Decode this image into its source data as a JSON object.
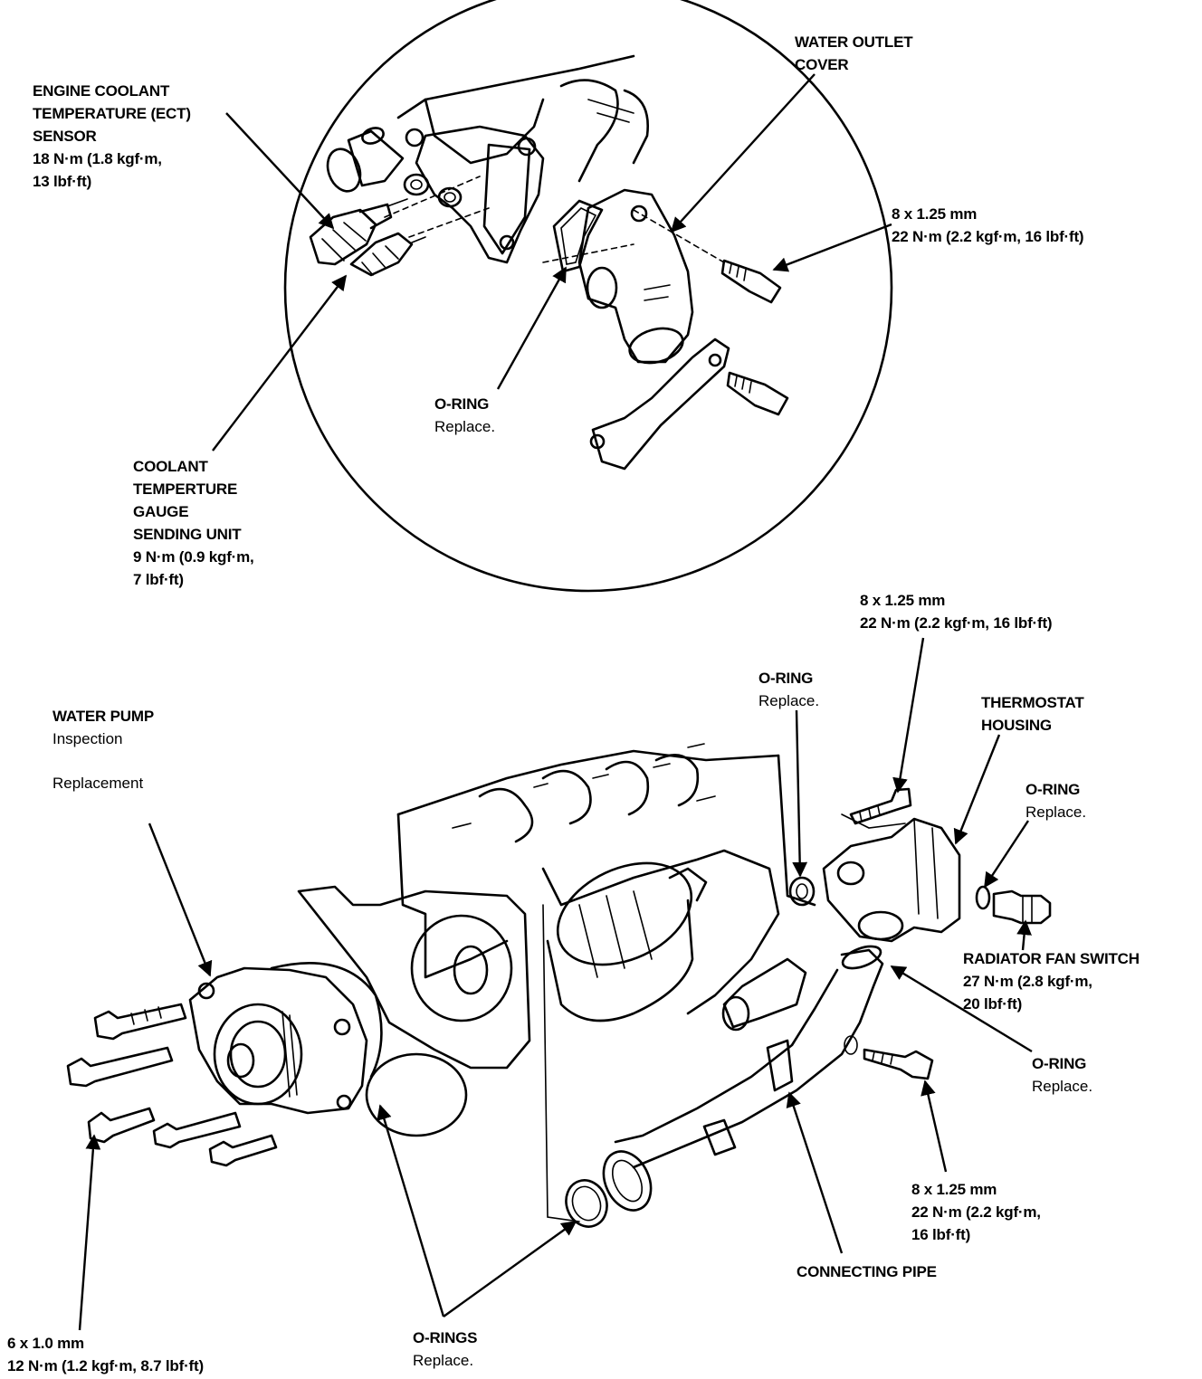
{
  "labels": {
    "ect_sensor": {
      "l1": "ENGINE COOLANT",
      "l2": "TEMPERATURE (ECT)",
      "l3": "SENSOR",
      "t1": "18 N·m (1.8 kgf·m,",
      "t2": "13 lbf·ft)"
    },
    "water_outlet": {
      "l1": "WATER OUTLET",
      "l2": "COVER"
    },
    "outlet_bolt": {
      "t1": "8 x 1.25 mm",
      "t2": "22 N·m (2.2 kgf·m, 16 lbf·ft)"
    },
    "oring_top": {
      "l1": "O-RING",
      "n1": "Replace."
    },
    "gauge_unit": {
      "l1": "COOLANT",
      "l2": "TEMPERTURE",
      "l3": "GAUGE",
      "l4": "SENDING UNIT",
      "t1": "9 N·m (0.9 kgf·m,",
      "t2": "7 lbf·ft)"
    },
    "thermo_bolt": {
      "t1": "8 x 1.25 mm",
      "t2": "22 N·m (2.2 kgf·m, 16 lbf·ft)"
    },
    "oring_mid": {
      "l1": "O-RING",
      "n1": "Replace."
    },
    "thermostat": {
      "l1": "THERMOSTAT",
      "l2": "HOUSING"
    },
    "oring_right": {
      "l1": "O-RING",
      "n1": "Replace."
    },
    "water_pump": {
      "l1": "WATER PUMP",
      "n1": "Inspection",
      "n2": "Replacement"
    },
    "fan_switch": {
      "l1": "RADIATOR FAN SWITCH",
      "t1": "27 N·m (2.8 kgf·m,",
      "t2": "20 lbf·ft)"
    },
    "oring_pipe": {
      "l1": "O-RING",
      "n1": "Replace."
    },
    "pipe_bolt": {
      "t1": "8 x 1.25 mm",
      "t2": "22 N·m (2.2 kgf·m,",
      "t3": "16 lbf·ft)"
    },
    "connecting_pipe": {
      "l1": "CONNECTING PIPE"
    },
    "pump_bolt": {
      "t1": "6 x 1.0 mm",
      "t2": "12 N·m (1.2 kgf·m, 8.7 lbf·ft)"
    },
    "orings_bottom": {
      "l1": "O-RINGS",
      "n1": "Replace."
    }
  }
}
